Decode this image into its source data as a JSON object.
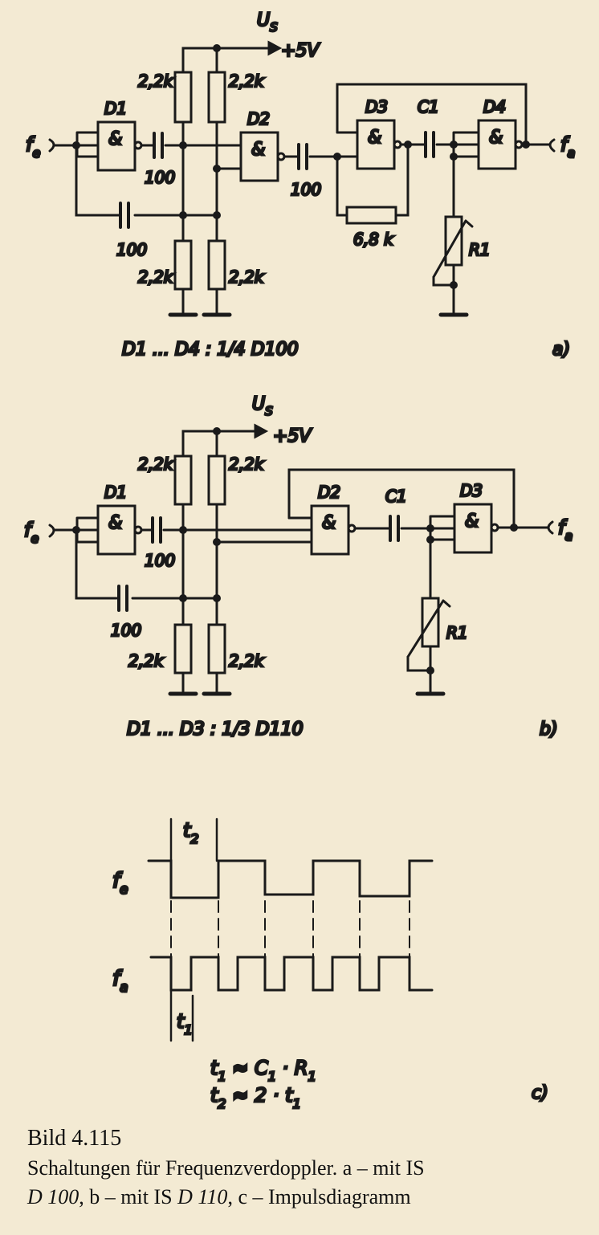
{
  "diagram_a": {
    "supply": "U_S",
    "supply_sub": "S",
    "supply_voltage": "+5V",
    "input": "f",
    "input_sub": "e",
    "output": "f",
    "output_sub": "a",
    "gates": [
      "D1",
      "D2",
      "D3",
      "D4"
    ],
    "gate_symbol": "&",
    "resistor_top_left": "2,2k",
    "resistor_top_right": "2,2k",
    "resistor_bottom_left": "2,2k",
    "resistor_bottom_right": "2,2k",
    "cap1": "100",
    "cap2": "100",
    "cap3": "100",
    "resistor_fb": "6,8 k",
    "capacitor": "C1",
    "trimmer": "R1",
    "note": "D1 ... D4 : 1/4 D100",
    "tag": "a)"
  },
  "diagram_b": {
    "supply": "U_S",
    "supply_sub": "S",
    "supply_voltage": "+5V",
    "input": "f",
    "input_sub": "e",
    "output": "f",
    "output_sub": "a",
    "gates": [
      "D1",
      "D2",
      "D3"
    ],
    "gate_symbol": "&",
    "resistor_top_left": "2,2k",
    "resistor_top_right": "2,2k",
    "resistor_bottom_left": "2,2k",
    "resistor_bottom_right": "2,2k",
    "cap1": "100",
    "cap2": "100",
    "capacitor": "C1",
    "trimmer": "R1",
    "note": "D1 ... D3 : 1/3 D110",
    "tag": "b)"
  },
  "diagram_c": {
    "signal_in": "f",
    "signal_in_sub": "e",
    "signal_out": "f",
    "signal_out_sub": "a",
    "t2_label": "t",
    "t2_sub": "2",
    "t1_label": "t",
    "t1_sub": "1",
    "formula1_parts": [
      "t",
      "1",
      " ≈ C",
      "1",
      " · R",
      "1"
    ],
    "formula2_parts": [
      "t",
      "2",
      " ≈  2 · t",
      "1"
    ],
    "tag": "c)"
  },
  "caption": {
    "title": "Bild 4.115",
    "line1": "Schaltungen für Frequenzverdoppler. a – mit IS",
    "line2_part1": "D 100",
    "line2_part2": ", b – mit IS ",
    "line2_part3": "D 110",
    "line2_part4": ", c – Impulsdiagramm"
  }
}
